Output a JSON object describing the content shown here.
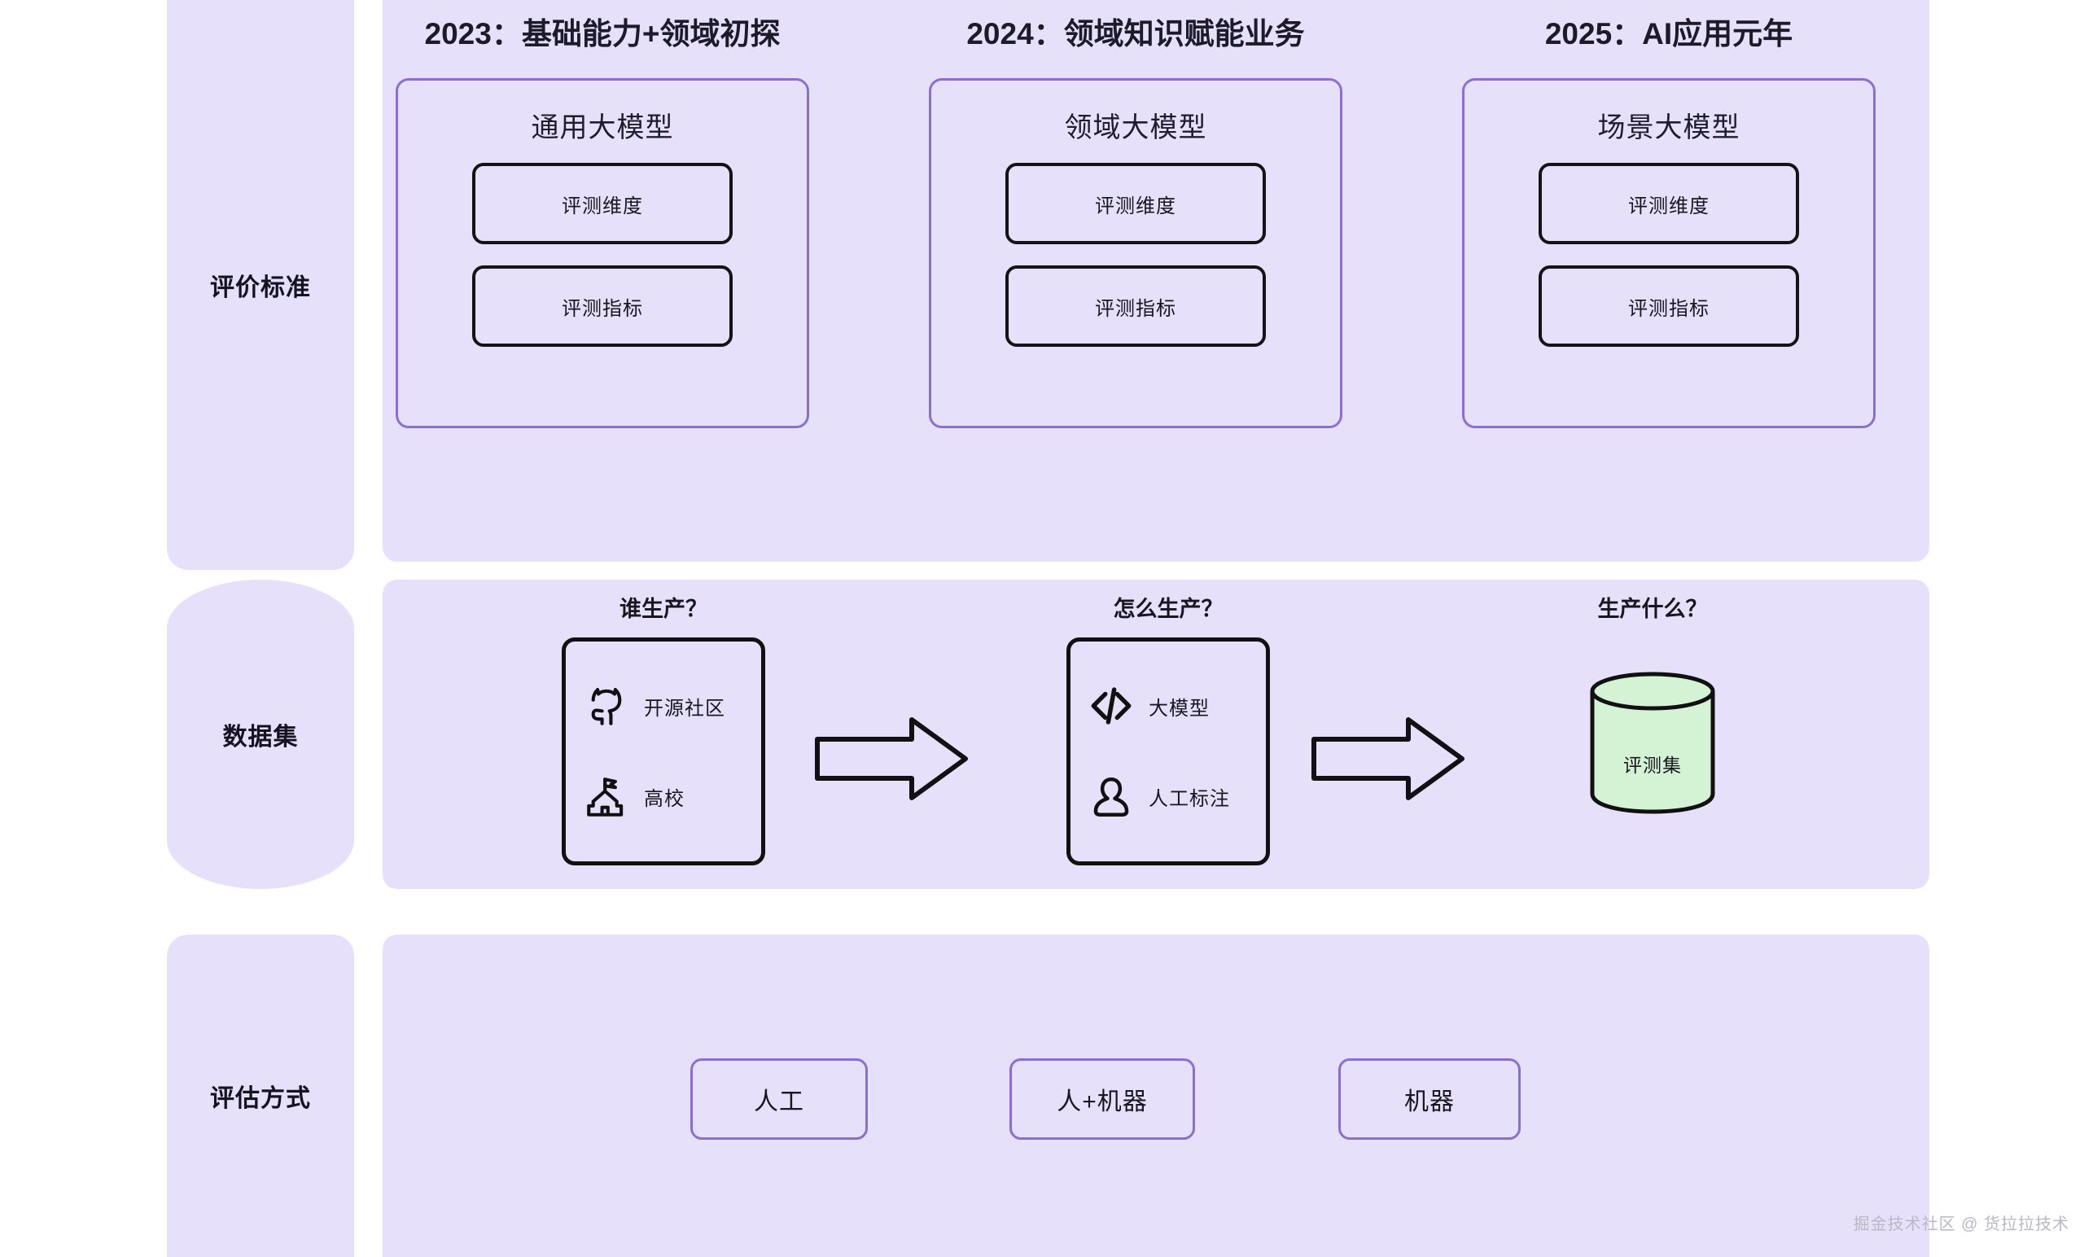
{
  "theme": {
    "panel_bg": "#e7e0fb",
    "page_bg": "#ffffff",
    "accent_purple": "#8b6fd0",
    "outline_black": "#141414",
    "cylinder_green": "#d4f2d4",
    "text_dark": "#17171f",
    "watermark_gray": "#b9b6c6"
  },
  "sidebar": {
    "items": [
      {
        "label": "评价标准"
      },
      {
        "label": "数据集"
      },
      {
        "label": "评估方式"
      }
    ]
  },
  "row_criteria": {
    "columns": [
      {
        "year_title": "2023：基础能力+领域初探",
        "card_title": "通用大模型",
        "metrics": [
          "评测维度",
          "评测指标"
        ]
      },
      {
        "year_title": "2024：领域知识赋能业务",
        "card_title": "领域大模型",
        "metrics": [
          "评测维度",
          "评测指标"
        ]
      },
      {
        "year_title": "2025：AI应用元年",
        "card_title": "场景大模型",
        "metrics": [
          "评测维度",
          "评测指标"
        ]
      }
    ]
  },
  "row_dataset": {
    "groups": [
      {
        "heading": "谁生产？",
        "items": [
          {
            "icon": "github-icon",
            "label": "开源社区"
          },
          {
            "icon": "university-icon",
            "label": "高校"
          }
        ]
      },
      {
        "heading": "怎么生产？",
        "items": [
          {
            "icon": "code-brackets-icon",
            "label": "大模型"
          },
          {
            "icon": "person-icon",
            "label": "人工标注"
          }
        ]
      },
      {
        "heading": "生产什么？",
        "cylinder_label": "评测集"
      }
    ],
    "arrows": [
      "flow-arrow-right",
      "flow-arrow-right"
    ]
  },
  "row_evaluation": {
    "options": [
      "人工",
      "人+机器",
      "机器"
    ]
  },
  "watermark": {
    "text": "掘金技术社区 @ 货拉拉技术"
  }
}
